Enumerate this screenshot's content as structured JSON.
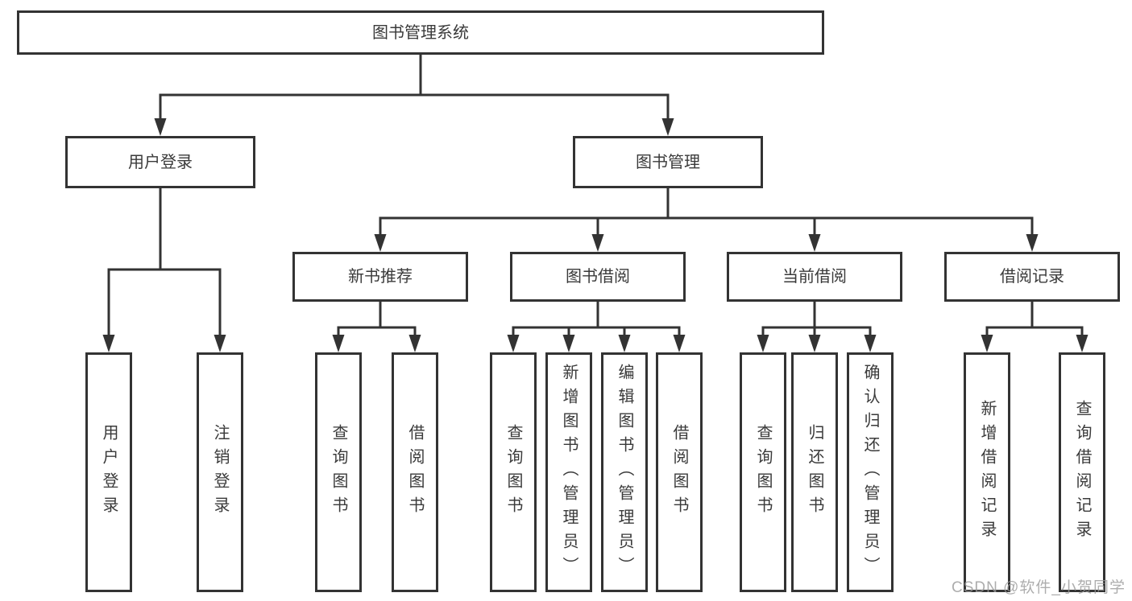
{
  "tree": {
    "root": "图书管理系统",
    "branches": {
      "user_login": {
        "label": "用户登录",
        "children": [
          "用户登录",
          "注销登录"
        ]
      },
      "book_management": {
        "label": "图书管理",
        "children": {
          "new_book_recommend": {
            "label": "新书推荐",
            "children": [
              "查询图书",
              "借阅图书"
            ]
          },
          "book_borrowing": {
            "label": "图书借阅",
            "children": [
              "查询图书",
              "新增图书（管理员）",
              "编辑图书（管理员）",
              "借阅图书"
            ]
          },
          "current_borrowing": {
            "label": "当前借阅",
            "children": [
              "查询图书",
              "归还图书",
              "确认归还（管理员）"
            ]
          },
          "borrowing_records": {
            "label": "借阅记录",
            "children": [
              "新增借阅记录",
              "查询借阅记录"
            ]
          }
        }
      }
    }
  },
  "watermark": "CSDN @软件_小贺同学",
  "colors": {
    "line": "#333333",
    "box_border": "#333333",
    "text": "#3a3a3a",
    "watermark": "#999999",
    "background": "#ffffff"
  }
}
